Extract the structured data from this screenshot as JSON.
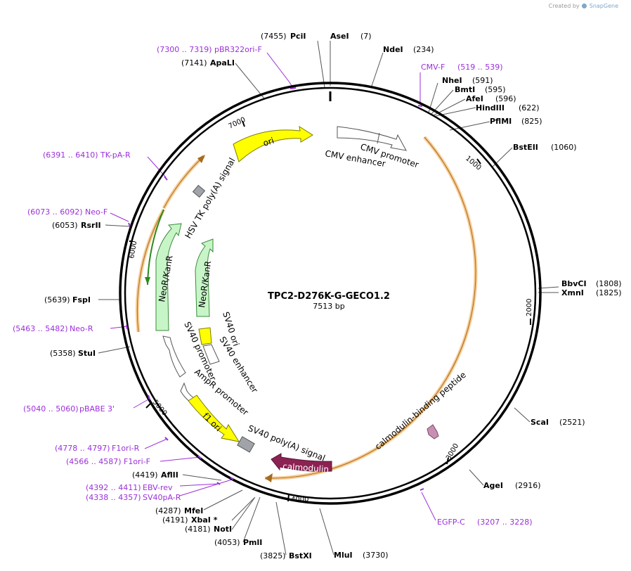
{
  "credit": {
    "prefix": "Created by",
    "brand": "SnapGene"
  },
  "plasmid": {
    "name": "TPC2-D276K-G-GECO1.2",
    "length_label": "7513 bp"
  },
  "sites": [
    {
      "pos": "(7455)",
      "name": "PciI"
    },
    {
      "pos": "(7)",
      "name": "AseI"
    },
    {
      "pos": "(234)",
      "name": "NdeI"
    },
    {
      "pos": "(591)",
      "name": "NheI"
    },
    {
      "pos": "(595)",
      "name": "BmtI"
    },
    {
      "pos": "(596)",
      "name": "AfeI"
    },
    {
      "pos": "(622)",
      "name": "HindIII"
    },
    {
      "pos": "(825)",
      "name": "PflMI"
    },
    {
      "pos": "(1060)",
      "name": "BstEII"
    },
    {
      "pos": "(1808)",
      "name": "BbvCI"
    },
    {
      "pos": "(1825)",
      "name": "XmnI"
    },
    {
      "pos": "(2521)",
      "name": "ScaI"
    },
    {
      "pos": "(2916)",
      "name": "AgeI"
    },
    {
      "pos": "(3730)",
      "name": "MluI"
    },
    {
      "pos": "(3825)",
      "name": "BstXI"
    },
    {
      "pos": "(4053)",
      "name": "PmlI"
    },
    {
      "pos": "(4181)",
      "name": "NotI"
    },
    {
      "pos": "(4191)",
      "name": "XbaI *"
    },
    {
      "pos": "(4287)",
      "name": "MfeI"
    },
    {
      "pos": "(4419)",
      "name": "AflII"
    },
    {
      "pos": "(5358)",
      "name": "StuI"
    },
    {
      "pos": "(5639)",
      "name": "FspI"
    },
    {
      "pos": "(6053)",
      "name": "RsrII"
    },
    {
      "pos": "(7141)",
      "name": "ApaLI"
    }
  ],
  "primers": [
    {
      "range": "(7300 .. 7319)",
      "name": "pBR322ori-F"
    },
    {
      "range": "(519 .. 539)",
      "name": "CMV-F"
    },
    {
      "range": "(6391 .. 6410)",
      "name": "TK-pA-R"
    },
    {
      "range": "(6073 .. 6092)",
      "name": "Neo-F"
    },
    {
      "range": "(5463 .. 5482)",
      "name": "Neo-R"
    },
    {
      "range": "(5040 .. 5060)",
      "name": "pBABE 3'"
    },
    {
      "range": "(4778 .. 4797)",
      "name": "F1ori-R"
    },
    {
      "range": "(4566 .. 4587)",
      "name": "F1ori-F"
    },
    {
      "range": "(4392 .. 4411)",
      "name": "EBV-rev"
    },
    {
      "range": "(4338 .. 4357)",
      "name": "SV40pA-R"
    },
    {
      "range": "(3207 .. 3228)",
      "name": "EGFP-C"
    }
  ],
  "ticks": [
    "1000",
    "2000",
    "3000",
    "4000",
    "5000",
    "6000",
    "7000"
  ],
  "features": {
    "cmv_promoter": "CMV promoter",
    "cmv_enhancer": "CMV enhancer",
    "ori": "ori",
    "hsv_tk_polya": "HSV TK poly(A) signal",
    "neokanr_outer": "NeoR/KanR",
    "neokanr_inner": "NeoR/KanR",
    "sv40_ori": "SV40 ori",
    "sv40_enhancer": "SV40 enhancer",
    "sv40_promoter": "SV40 promoter",
    "ampr_promoter": "AmpR promoter",
    "f1_ori": "f1 ori",
    "sv40_polya": "SV40 poly(A) signal",
    "calmodulin": "calmodulin",
    "cbp": "calmodulin-binding peptide"
  },
  "colors": {
    "backbone": "#000000",
    "orf": "#f2a33c",
    "primer": "#9b30d9",
    "ori_fill": "#ffff00",
    "neo_fill": "#c8f5c8",
    "calmodulin_fill": "#8b2252",
    "polya_fill": "#a0a4a8",
    "cbp_fill": "#c890b0"
  }
}
